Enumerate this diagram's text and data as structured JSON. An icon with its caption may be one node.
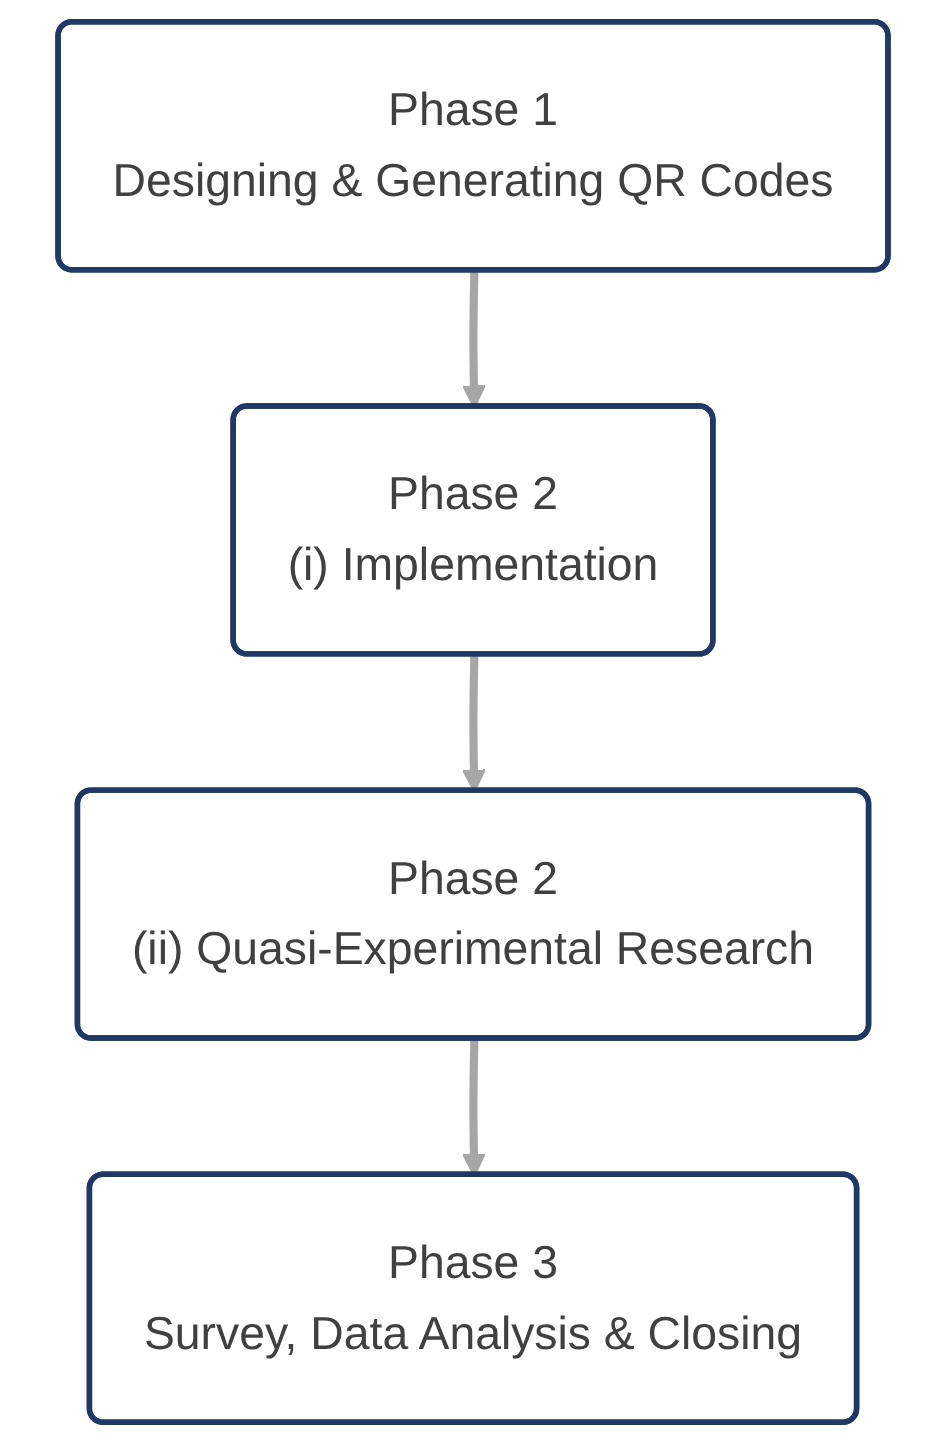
{
  "diagram": {
    "nodes": [
      {
        "text": [
          "Phase 1",
          "Designing & Generating QR Codes"
        ]
      },
      {
        "text": [
          "Phase 2",
          "(i) Implementation"
        ]
      },
      {
        "text": [
          "Phase 2",
          "(ii) Quasi-Experimental Research"
        ]
      },
      {
        "text": [
          "Phase 3",
          "Survey, Data Analysis & Closing"
        ]
      }
    ],
    "edges": [
      {
        "from": 0,
        "to": 1,
        "arrow": "to"
      },
      {
        "from": 1,
        "to": 2,
        "arrow": "to"
      },
      {
        "from": 2,
        "to": 3,
        "arrow": "to"
      }
    ]
  }
}
